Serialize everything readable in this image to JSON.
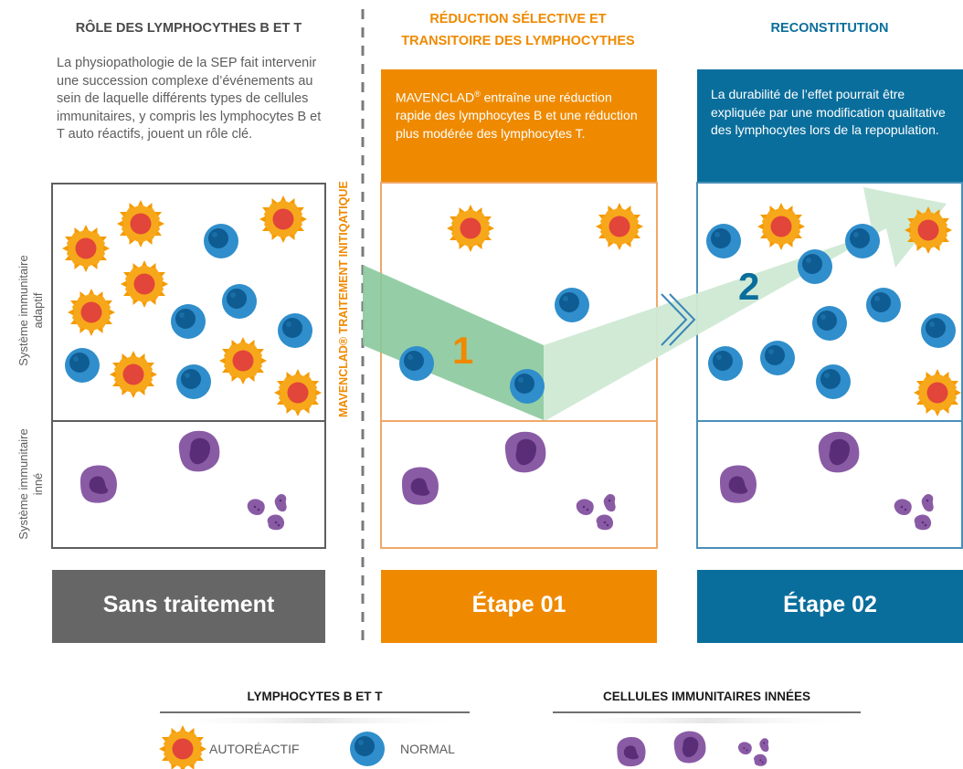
{
  "colors": {
    "orange": "#ef8a00",
    "blue": "#0a6e9c",
    "gray": "#666666",
    "autoreactive_star": "#f59a00",
    "autoreactive_core": "#e2453a",
    "normal_ring": "#2f8ecb",
    "normal_core": "#0e5c92",
    "innate": "#8a5ba5",
    "arrow_dark": "#86c79a",
    "arrow_light": "#cfe9d4"
  },
  "left_panel": {
    "title": "RÔLE DES LYMPHOCYTHES B ET T",
    "description": "La physiopathologie de la SEP fait intervenir une succession complexe d’événements au sein de laquelle différents types de cellules immunitaires, y compris les lymphocytes B et T auto réactifs, jouent un rôle clé.",
    "label_adaptive": "Système immunitaire adaptif",
    "label_innate": "Système immunitaire inné",
    "footer": "Sans traitement"
  },
  "divider_label": "MAVENCLAD® TRAITEMENT INITIQATIQUE",
  "stage1": {
    "title_line1": "RÉDUCTION SÉLECTIVE ET",
    "title_line2": "TRANSITOIRE DES LYMPHOCYTHES",
    "header_brand": "MAVENCLAD",
    "header_reg": "®",
    "header_rest": " entraîne une réduction rapide des lymphocytes B et une réduction plus modérée des lymphocytes T.",
    "arrow_number": "1",
    "footer": "Étape 01"
  },
  "stage2": {
    "title": "RECONSTITUTION",
    "header_text": "La durabilité de l’effet pourrait être expliquée par une modification qualitative des lymphocytes lors de la repopulation.",
    "arrow_number": "2",
    "footer": "Étape 02"
  },
  "legend": {
    "lymph_title": "LYMPHOCYTES B ET T",
    "autoreactive": "AUTORÉACTIF",
    "normal": "NORMAL",
    "innate_title": "CELLULES IMMUNITAIRES INNÉES"
  }
}
